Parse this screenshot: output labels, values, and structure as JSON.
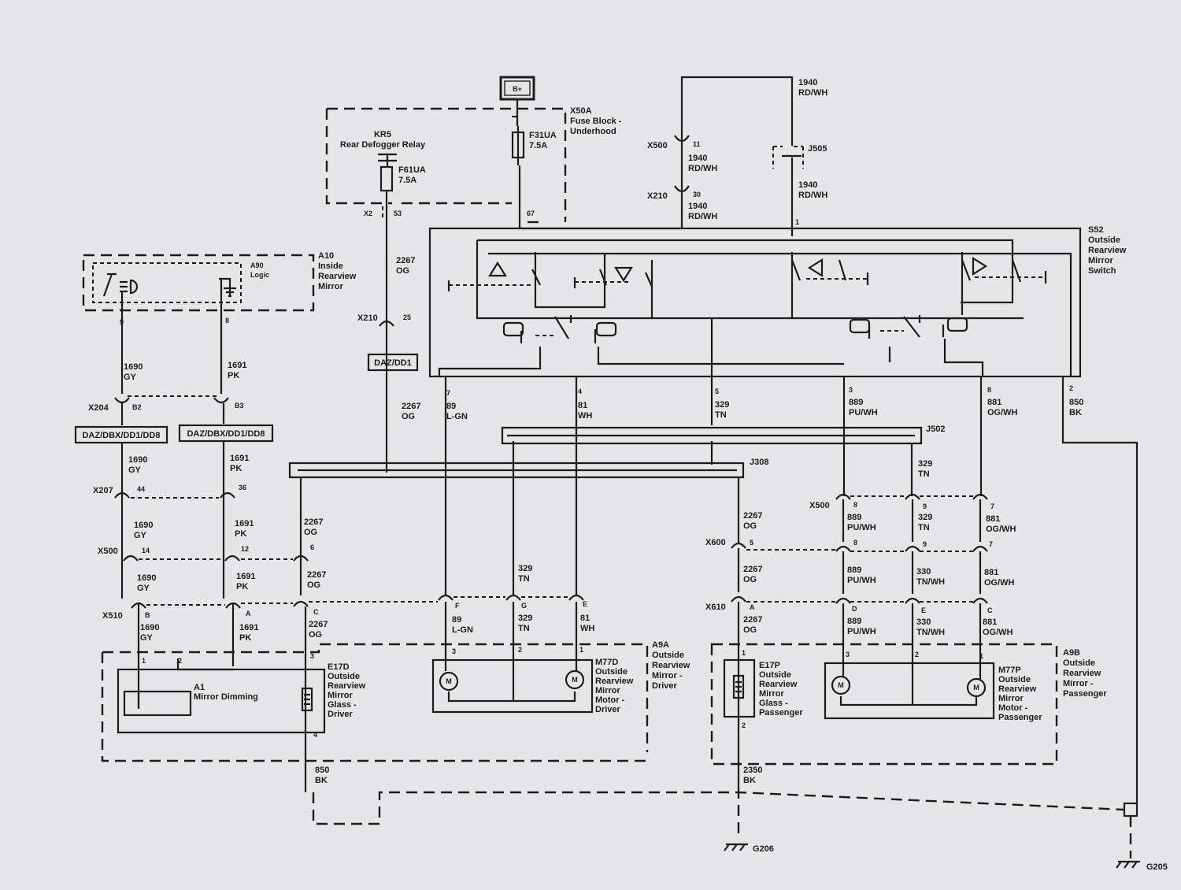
{
  "labels": {
    "bplus": "B+",
    "x50a_id": "X50A",
    "x50a_name1": "Fuse Block -",
    "x50a_name2": "Underhood",
    "kr5_id": "KR5",
    "kr5_name": "Rear Defogger Relay",
    "f31ua_id": "F31UA",
    "f31ua_amp": "7.5A",
    "f61ua_id": "F61UA",
    "f61ua_amp": "7.5A",
    "x2": "X2",
    "pin53": "53",
    "pin67": "67",
    "a10_id": "A10",
    "a10_name1": "Inside",
    "a10_name2": "Rearview",
    "a10_name3": "Mirror",
    "a90_id": "A90",
    "a90_name": "Logic",
    "pin9": "9",
    "pin8": "8",
    "w1940": "1940",
    "rdwh": "RD/WH",
    "x500": "X500",
    "x210": "X210",
    "pin11": "11",
    "pin30": "30",
    "j505": "J505",
    "s52_id": "S52",
    "s52_name1": "Outside",
    "s52_name2": "Rearview",
    "s52_name3": "Mirror",
    "s52_name4": "Switch",
    "w2267": "2267",
    "og": "OG",
    "pin25": "25",
    "daz_dd1": "DAZ/DD1",
    "w1690": "1690",
    "gy": "GY",
    "w1691": "1691",
    "pk": "PK",
    "x204": "X204",
    "b2": "B2",
    "b3": "B3",
    "daz_multi": "DAZ/DBX/DD1/DD8",
    "x207": "X207",
    "pin44": "44",
    "pin36": "36",
    "pin14": "14",
    "pin12": "12",
    "pin6": "6",
    "x510": "X510",
    "pinB": "B",
    "pinA": "A",
    "pinC": "C",
    "pinF": "F",
    "pinG": "G",
    "pinE": "E",
    "pinD": "D",
    "pin7": "7",
    "pin4": "4",
    "pin5": "5",
    "pin3": "3",
    "pin2": "2",
    "pin1": "1",
    "w89": "89",
    "lgn": "L-GN",
    "w81": "81",
    "wh": "WH",
    "w329": "329",
    "tn": "TN",
    "w889": "889",
    "puwh": "PU/WH",
    "w881": "881",
    "ogwh": "OG/WH",
    "w850": "850",
    "bk": "BK",
    "j502": "J502",
    "j308": "J308",
    "x600": "X600",
    "x610": "X610",
    "w330": "330",
    "tnwh": "TN/WH",
    "a1_id": "A1",
    "a1_name": "Mirror Dimming",
    "e17d_id": "E17D",
    "e17d_name1": "Outside",
    "e17d_name2": "Rearview",
    "e17d_name3": "Mirror",
    "e17d_name4": "Glass -",
    "e17d_name5": "Driver",
    "m77d_id": "M77D",
    "m77d_name1": "Outside",
    "m77d_name2": "Rearview",
    "m77d_name3": "Mirror",
    "m77d_name4": "Motor -",
    "m77d_name5": "Driver",
    "a9a_id": "A9A",
    "a9a_name1": "Outside",
    "a9a_name2": "Rearview",
    "a9a_name3": "Mirror -",
    "a9a_name4": "Driver",
    "e17p_id": "E17P",
    "e17p_name1": "Outside",
    "e17p_name2": "Rearview",
    "e17p_name3": "Mirror",
    "e17p_name4": "Glass -",
    "e17p_name5": "Passenger",
    "m77p_id": "M77P",
    "m77p_name1": "Outside",
    "m77p_name2": "Rearview",
    "m77p_name3": "Mirror",
    "m77p_name4": "Motor -",
    "m77p_name5": "Passenger",
    "a9b_id": "A9B",
    "a9b_name1": "Outside",
    "a9b_name2": "Rearview",
    "a9b_name3": "Mirror -",
    "a9b_name4": "Passenger",
    "motor": "M",
    "w2350": "2350",
    "g206": "G206",
    "g205": "G205"
  },
  "colors": {
    "ink": "#1c1c1c",
    "paper": "#e6e6e8"
  },
  "icons": [
    "headlamp-icon",
    "ground-icon",
    "fuse-icon",
    "switch-contact-icon",
    "motor-icon",
    "heater-element-icon",
    "mirror-icon",
    "arrow-up-icon",
    "arrow-down-icon",
    "arrow-left-icon",
    "arrow-right-icon",
    "chassis-ground-icon"
  ]
}
